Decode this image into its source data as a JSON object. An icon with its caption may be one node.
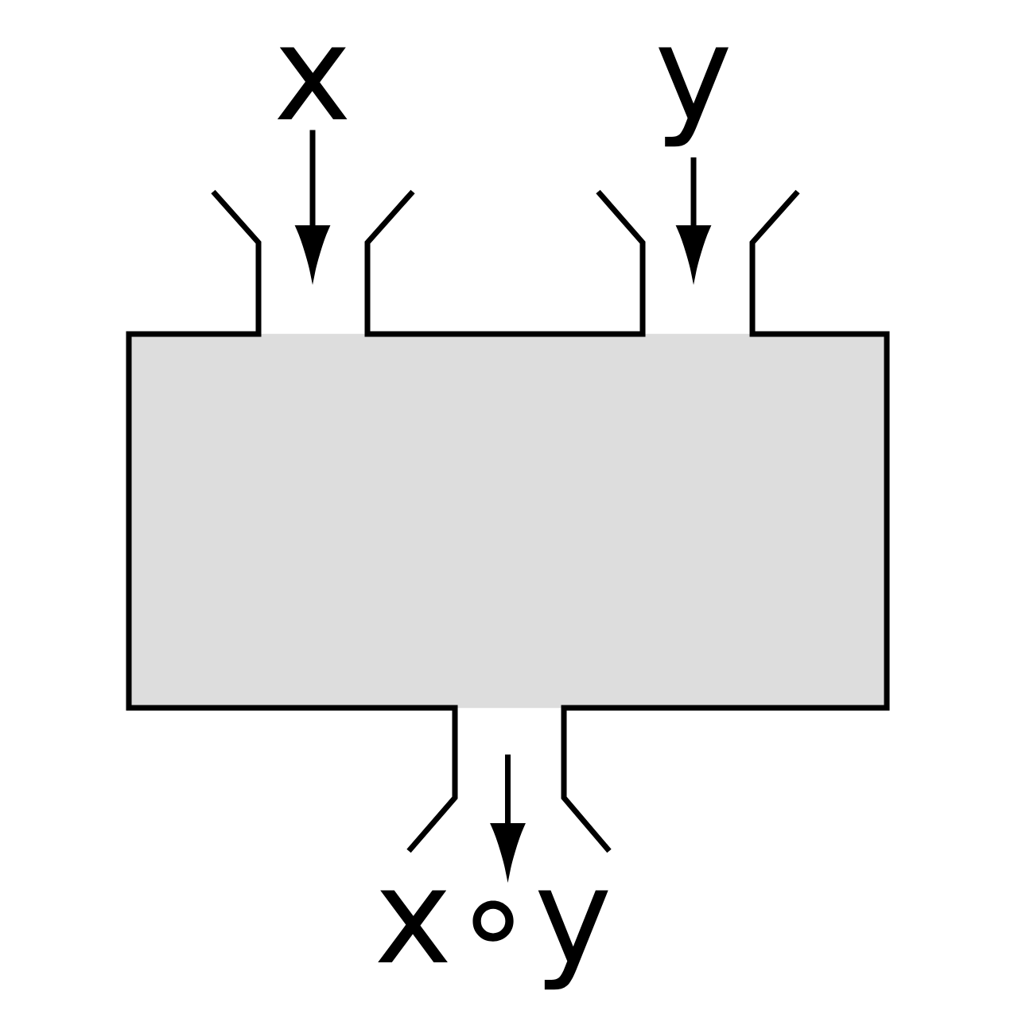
{
  "diagram": {
    "nodes": [
      {
        "text": [
          "x"
        ]
      },
      {
        "text": [
          "y"
        ]
      },
      {
        "text": [],
        "shape": "box"
      },
      {
        "text": [
          "x∘y"
        ]
      }
    ],
    "edges": [
      {
        "from": 0,
        "to": 2,
        "arrow": "to"
      },
      {
        "from": 1,
        "to": 2,
        "arrow": "to"
      },
      {
        "from": 2,
        "to": 3,
        "arrow": "to"
      }
    ]
  }
}
